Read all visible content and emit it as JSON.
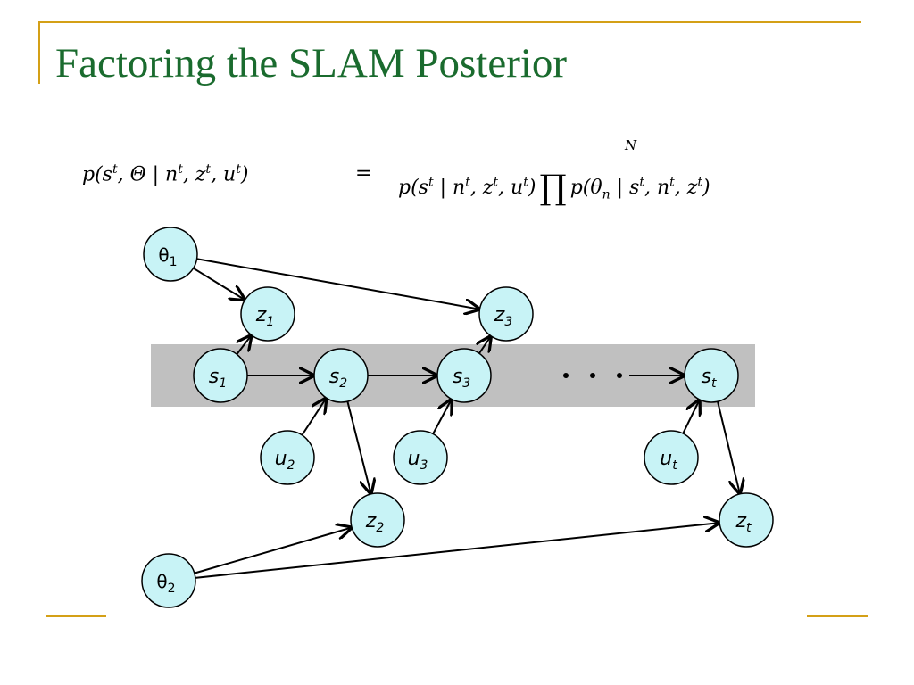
{
  "slide": {
    "title": "Factoring the SLAM Posterior",
    "equation": {
      "lhs": "p(st, Θ | nt, zt, ut)",
      "operator": "=",
      "rhs": "p(st | nt, zt, ut) ∏ p(θn | st, nt, zt)",
      "product_upper": "N"
    }
  },
  "diagram": {
    "colors": {
      "node_fill": "#c8f3f6",
      "band": "#c0c0c0",
      "edge": "#000000"
    },
    "nodes": [
      {
        "id": "theta1",
        "base": "θ",
        "sub": "1"
      },
      {
        "id": "z1",
        "base": "z",
        "sub": "1"
      },
      {
        "id": "z3",
        "base": "z",
        "sub": "3"
      },
      {
        "id": "s1",
        "base": "s",
        "sub": "1"
      },
      {
        "id": "s2",
        "base": "s",
        "sub": "2"
      },
      {
        "id": "s3",
        "base": "s",
        "sub": "3"
      },
      {
        "id": "st",
        "base": "s",
        "sub": "t"
      },
      {
        "id": "u2",
        "base": "u",
        "sub": "2"
      },
      {
        "id": "u3",
        "base": "u",
        "sub": "3"
      },
      {
        "id": "ut",
        "base": "u",
        "sub": "t"
      },
      {
        "id": "z2",
        "base": "z",
        "sub": "2"
      },
      {
        "id": "zt",
        "base": "z",
        "sub": "t"
      },
      {
        "id": "theta2",
        "base": "θ",
        "sub": "2"
      }
    ],
    "edges": [
      [
        "theta1",
        "z1"
      ],
      [
        "theta1",
        "z3"
      ],
      [
        "s1",
        "z1"
      ],
      [
        "s3",
        "z3"
      ],
      [
        "s1",
        "s2"
      ],
      [
        "s2",
        "s3"
      ],
      [
        "dots",
        "st"
      ],
      [
        "u2",
        "s2"
      ],
      [
        "u3",
        "s3"
      ],
      [
        "ut",
        "st"
      ],
      [
        "s2",
        "z2"
      ],
      [
        "st",
        "zt"
      ],
      [
        "theta2",
        "z2"
      ],
      [
        "theta2",
        "zt"
      ]
    ]
  }
}
